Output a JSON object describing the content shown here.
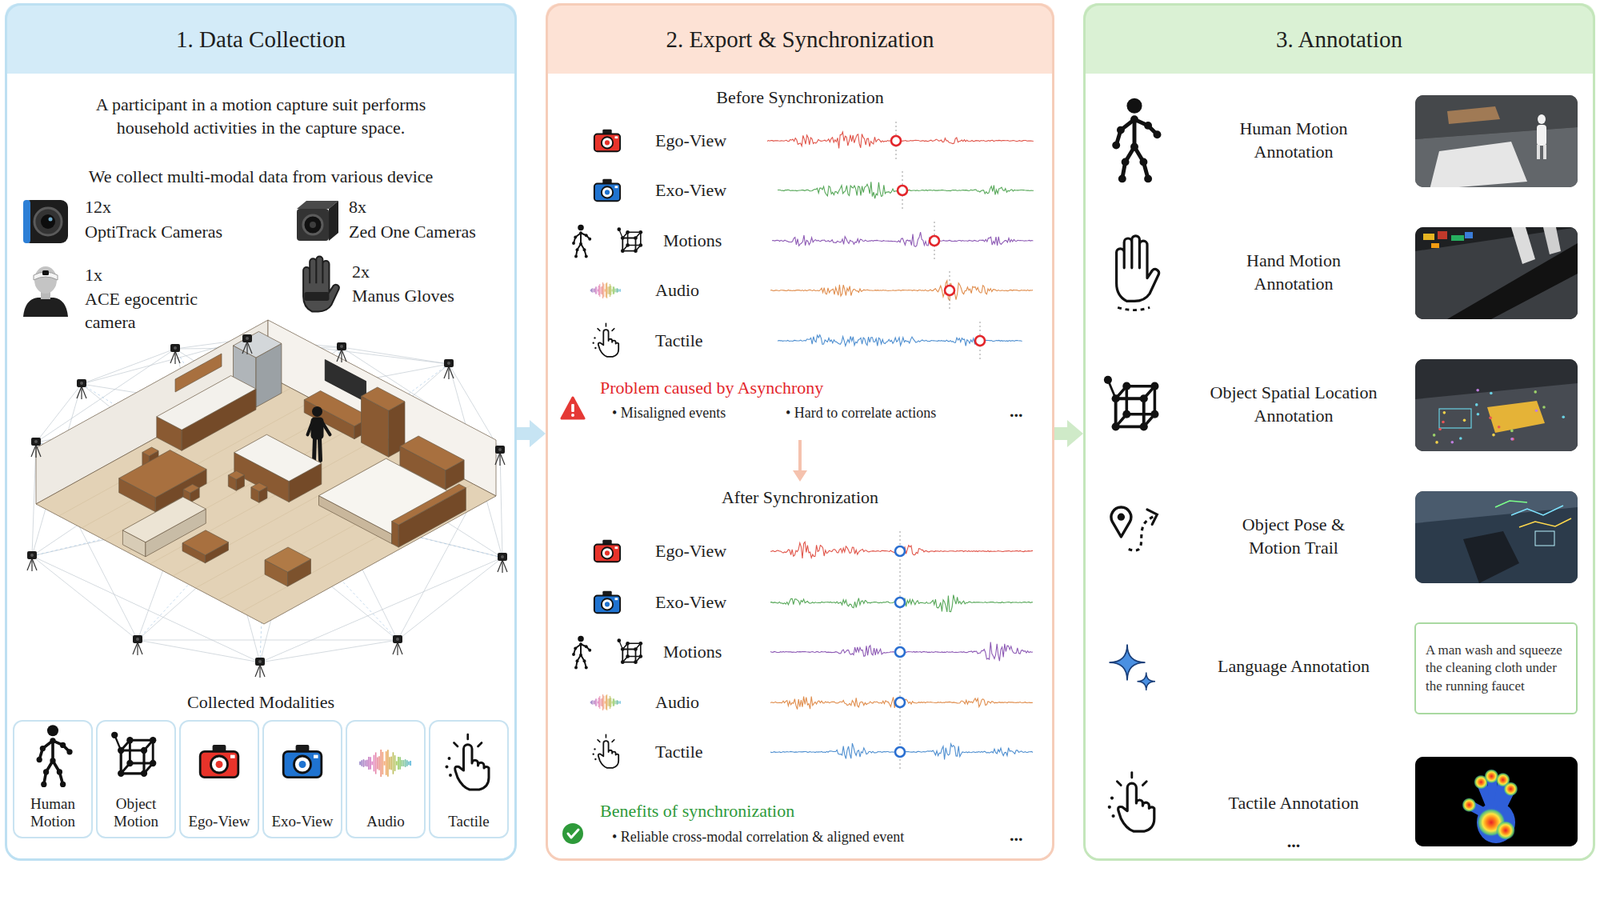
{
  "diagram": {
    "nodes": [
      {
        "text": [
          "1. Data Collection"
        ]
      },
      {
        "text": [
          "Human Motion"
        ],
        "in": 0
      },
      {
        "text": [
          "Object Motion"
        ],
        "in": 0
      },
      {
        "text": [
          "Ego-View"
        ],
        "in": 0
      },
      {
        "text": [
          "Exo-View"
        ],
        "in": 0
      },
      {
        "text": [
          "Audio"
        ],
        "in": 0
      },
      {
        "text": [
          "Tactile"
        ],
        "in": 0
      },
      {
        "text": [
          "2. Export & Synchronization"
        ]
      },
      {
        "text": [
          "3. Annotation"
        ]
      },
      {
        "text": [
          "A man wash and squeeze the cleaning cloth under the running faucet"
        ],
        "in": 8
      }
    ],
    "edges": [
      {
        "from": 0,
        "to": 7,
        "arrow": "to"
      },
      {
        "from": 7,
        "to": 8,
        "arrow": "to"
      }
    ],
    "labels": [
      "A participant in a motion capture suit performs household activities in the capture space.",
      "We collect multi-modal data from various device",
      "12x",
      "OptiTrack Cameras",
      "8x",
      "Zed One Cameras",
      "1x",
      "ACE egocentric camera",
      "2x",
      "Manus Gloves",
      "Collected Modalities",
      "Before Synchronization",
      "Ego-View",
      "Exo-View",
      "Motions",
      "Audio",
      "Tactile",
      "Problem caused by Asynchrony",
      "• Misaligned events",
      "• Hard to correlate actions",
      "...",
      "After Synchronization",
      "Ego-View",
      "Exo-View",
      "Motions",
      "Audio",
      "Tactile",
      "Benefits of synchronization",
      "• Reliable cross-modal correlation & aligned event",
      "...",
      "Human Motion Annotation",
      "Hand Motion Annotation",
      "Object Spatial Location Annotation",
      "Object Pose & Motion Trail",
      "Language Annotation",
      "Tactile Annotation",
      "..."
    ]
  }
}
